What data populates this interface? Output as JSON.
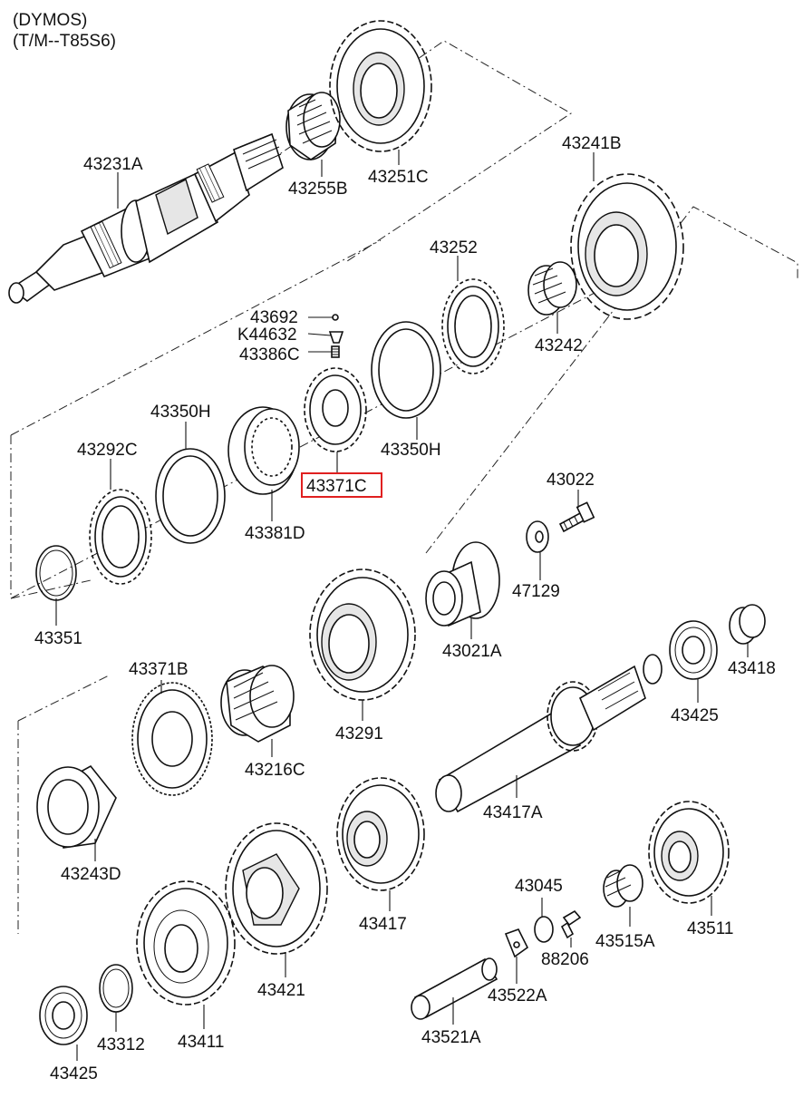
{
  "header": {
    "line1": "(DYMOS)",
    "line2": "(T/M--T85S6)"
  },
  "highlight_color": "#e02020",
  "parts": [
    "43231A",
    "43255B",
    "43251C",
    "43241B",
    "43252",
    "43242",
    "43692",
    "K44632",
    "43386C",
    "43350H",
    "43350H",
    "43292C",
    "43381D",
    "43371C",
    "43351",
    "43022",
    "47129",
    "43021A",
    "43371B",
    "43216C",
    "43291",
    "43418",
    "43425",
    "43417A",
    "43243D",
    "43045",
    "43417",
    "43421",
    "43515A",
    "43511",
    "88206",
    "43522A",
    "43312",
    "43411",
    "43425",
    "43521A"
  ]
}
